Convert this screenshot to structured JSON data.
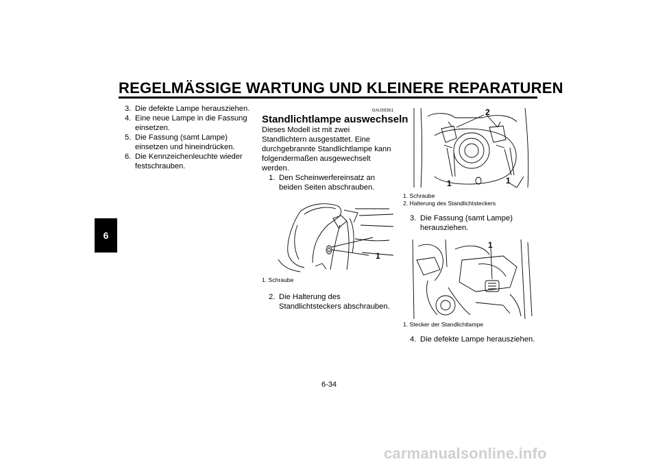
{
  "header": {
    "title": "REGELMÄSSIGE WARTUNG UND KLEINERE REPARATUREN"
  },
  "chapter_tab": "6",
  "col1": {
    "steps": [
      {
        "num": "3.",
        "text": "Die defekte Lampe herausziehen."
      },
      {
        "num": "4.",
        "text": "Eine neue Lampe in die Fassung einsetzen."
      },
      {
        "num": "5.",
        "text": "Die Fassung (samt Lampe) einsetzen und hineindrücken."
      },
      {
        "num": "6.",
        "text": "Die Kennzeichenleuchte wieder festschrauben."
      }
    ]
  },
  "col2": {
    "code": "GAU39381",
    "heading": "Standlichtlampe auswechseln",
    "intro": "Dieses Modell ist mit zwei Standlichtern ausgestattet. Eine durchgebrannte Standlichtlampe kann folgendermaßen ausgewechselt werden.",
    "step1": {
      "num": "1.",
      "text": "Den Scheinwerfereinsatz an beiden Seiten abschrauben."
    },
    "figure": {
      "label": "1",
      "caption": "1. Schraube"
    },
    "step2": {
      "num": "2.",
      "text": "Die Halterung des Standlichtsteckers abschrauben."
    }
  },
  "col3": {
    "figure1": {
      "labels": [
        "2",
        "1",
        "1"
      ],
      "captions": [
        "1. Schraube",
        "2. Halterung des Standlichtsteckers"
      ]
    },
    "step3": {
      "num": "3.",
      "text": "Die Fassung (samt Lampe) herausziehen."
    },
    "figure2": {
      "label": "1",
      "caption": "1. Stecker der Standlichtlampe"
    },
    "step4": {
      "num": "4.",
      "text": "Die defekte Lampe herausziehen."
    }
  },
  "page_number": "6-34",
  "watermark": "carmanualsonline.info"
}
